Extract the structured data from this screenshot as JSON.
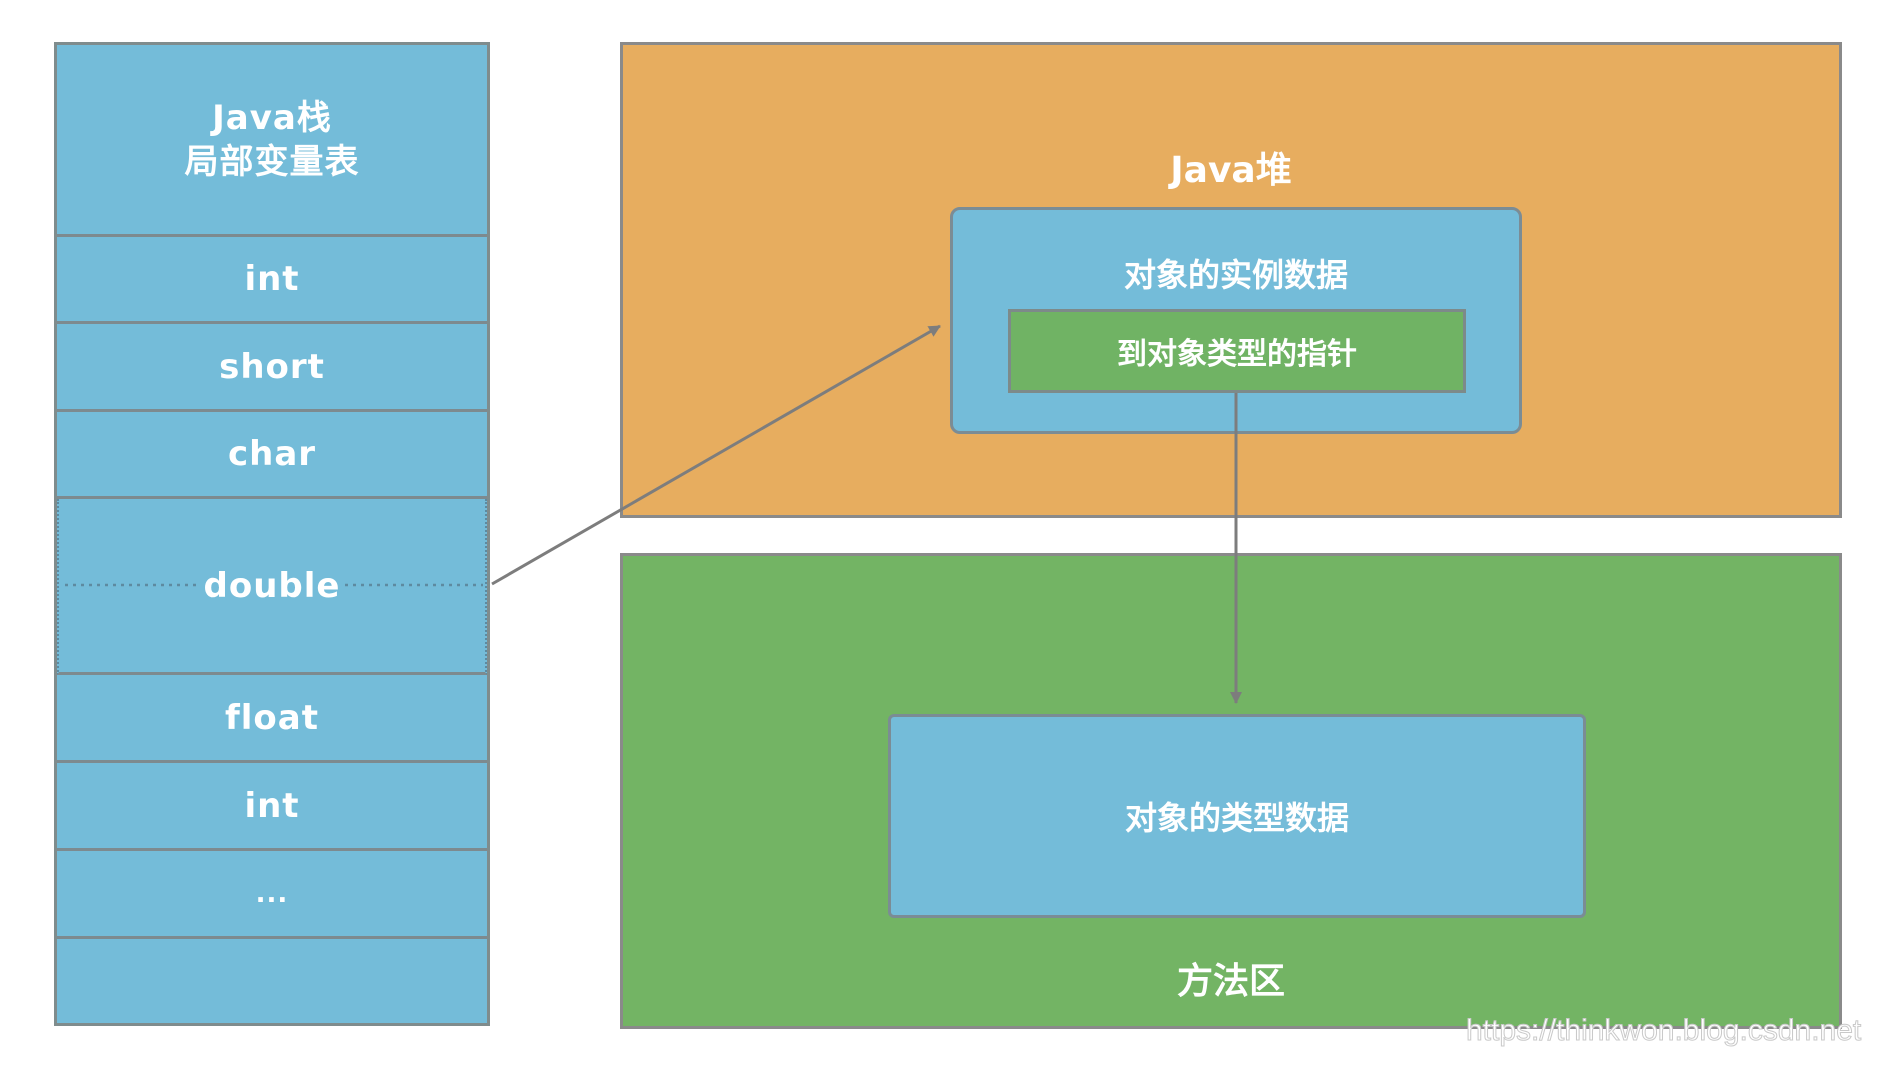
{
  "stack": {
    "title_line1": "Java栈",
    "title_line2": "局部变量表",
    "cells": [
      "int",
      "short",
      "char",
      "double",
      "float",
      "int",
      "...",
      ""
    ]
  },
  "heap": {
    "title": "Java堆",
    "instance_title": "对象的实例数据",
    "pointer_label": "到对象类型的指针"
  },
  "method_area": {
    "title": "方法区",
    "type_data_label": "对象的类型数据"
  },
  "watermark": "https://thinkwon.blog.csdn.net",
  "colors": {
    "stack_blue": "#74bcd9",
    "heap_orange": "#e7ad5f",
    "method_green": "#73b464",
    "pointer_green": "#70b364",
    "arrow_gray": "#7d7d7d"
  }
}
